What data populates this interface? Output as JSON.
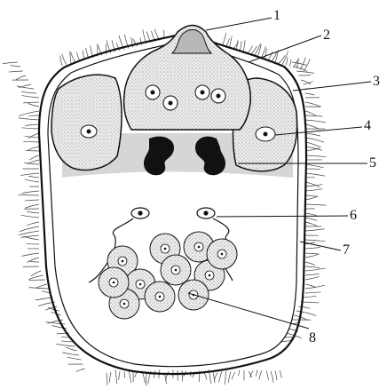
{
  "labels": [
    "1",
    "2",
    "3",
    "4",
    "5",
    "6",
    "7",
    "8"
  ]
}
